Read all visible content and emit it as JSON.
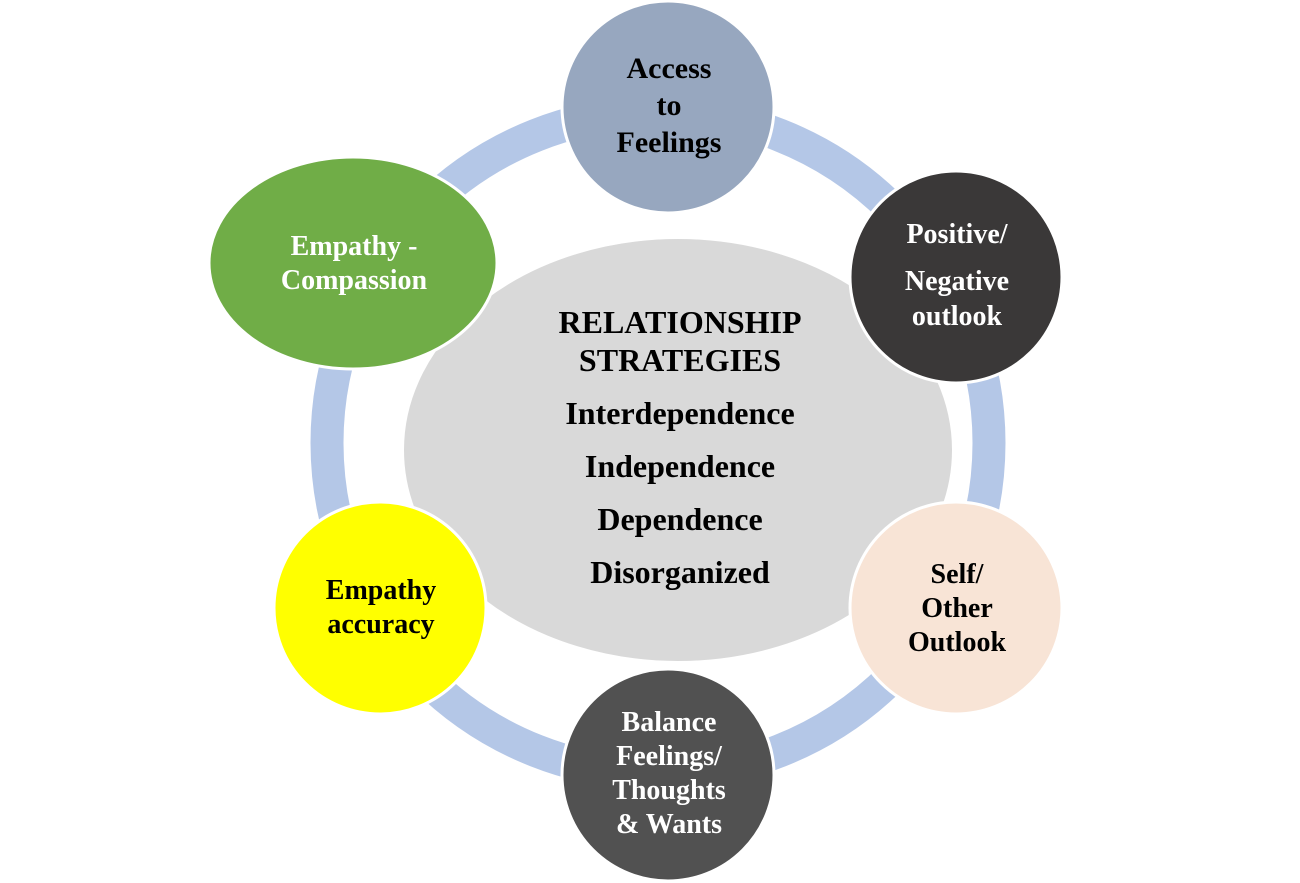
{
  "diagram": {
    "type": "cycle",
    "ring_color": "#b4c7e7",
    "center": {
      "title_lines": [
        "RELATIONSHIP",
        "STRATEGIES"
      ],
      "items": [
        "Interdependence",
        "Independence",
        "Dependence",
        "Disorganized"
      ],
      "fill": "#d9d9d9",
      "text_color": "#000000"
    },
    "nodes": [
      {
        "id": "access-to-feelings",
        "lines": [
          "Access",
          "to",
          "Feelings"
        ],
        "fill": "#97a7bf",
        "text_color": "#000000"
      },
      {
        "id": "positive-negative-outlook",
        "lines": [
          "Positive/",
          "Negative",
          "outlook"
        ],
        "fill": "#3a3838",
        "text_color": "#ffffff"
      },
      {
        "id": "self-other-outlook",
        "lines": [
          "Self/",
          "Other",
          "Outlook"
        ],
        "fill": "#f8e4d6",
        "text_color": "#000000"
      },
      {
        "id": "balance-feelings-thoughts-wants",
        "lines": [
          "Balance",
          "Feelings/",
          "Thoughts",
          "& Wants"
        ],
        "fill": "#515151",
        "text_color": "#ffffff"
      },
      {
        "id": "empathy-accuracy",
        "lines": [
          "Empathy",
          "accuracy"
        ],
        "fill": "#ffff00",
        "text_color": "#000000"
      },
      {
        "id": "empathy-compassion",
        "lines": [
          "Empathy -",
          "Compassion"
        ],
        "fill": "#70ad47",
        "text_color": "#ffffff"
      }
    ]
  }
}
